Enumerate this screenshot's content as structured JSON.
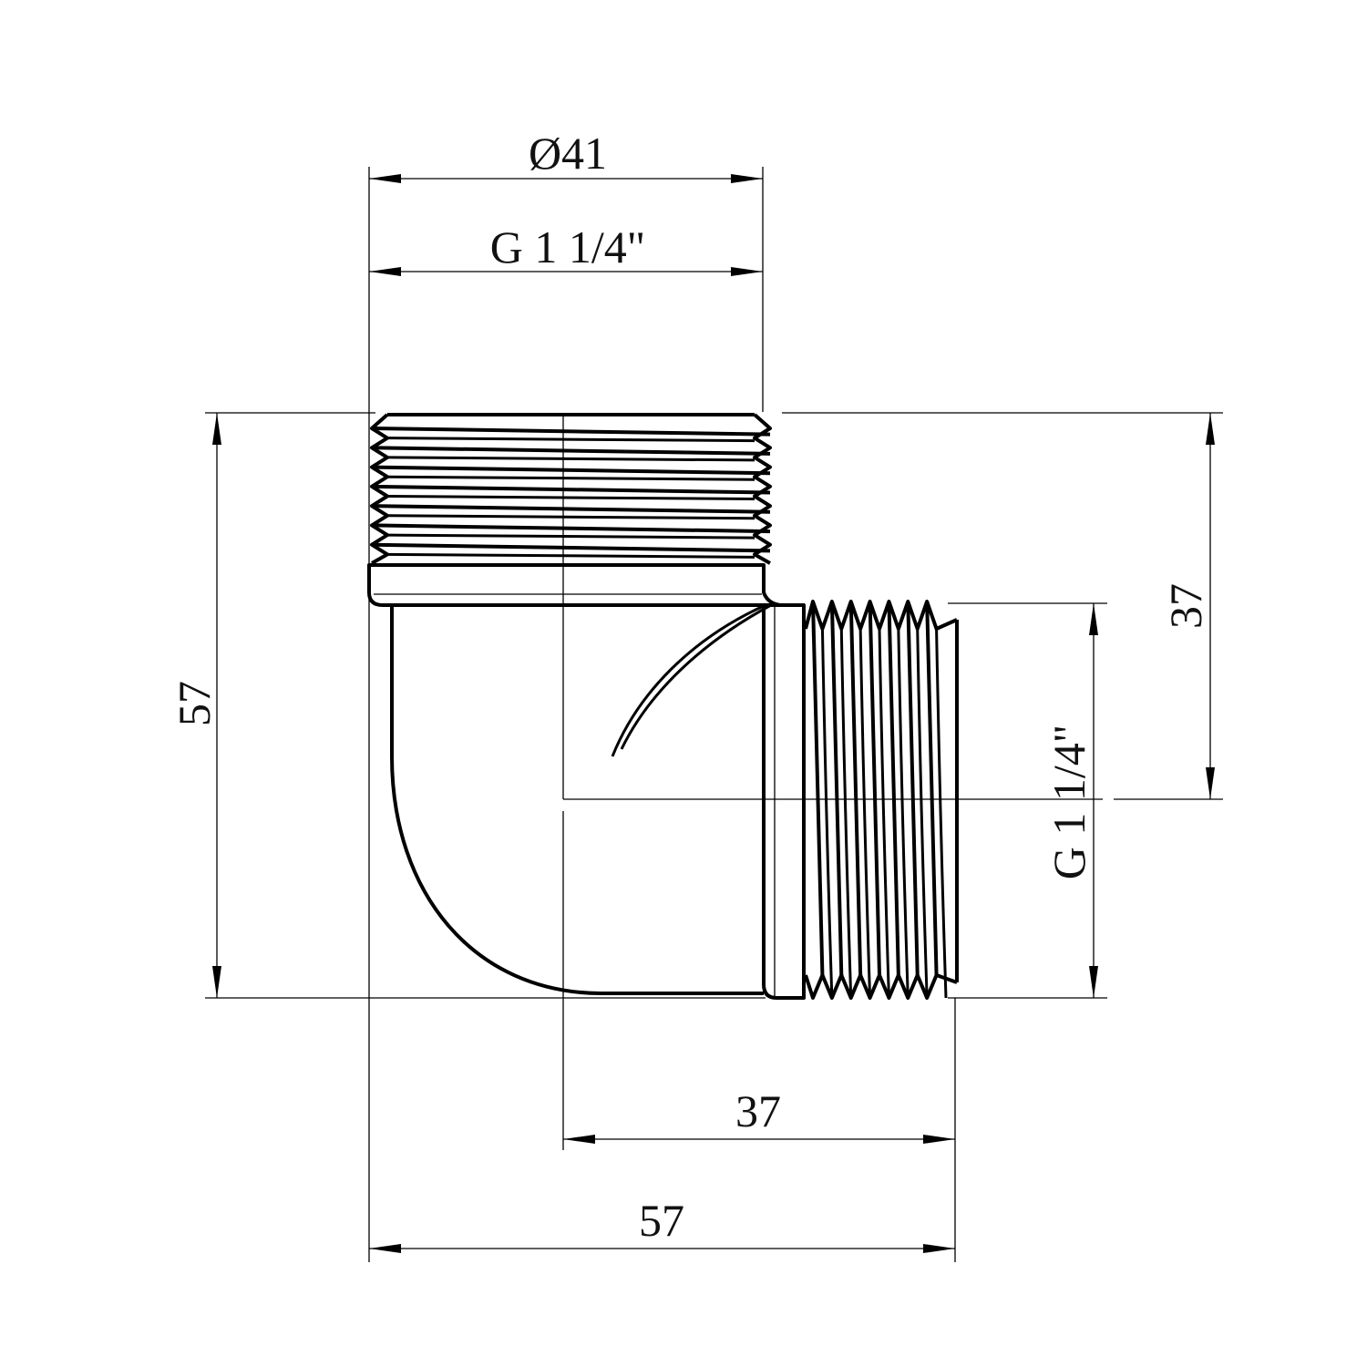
{
  "drawing": {
    "title": "90-degree elbow, male thread both ends",
    "line_color": "#000000",
    "background": "#ffffff"
  },
  "dimensions": {
    "top_diameter": "Ø41",
    "top_thread": "G 1 1/4\"",
    "left_height": "57",
    "right_height": "37",
    "right_thread": "G 1 1/4\"",
    "bottom_center_length": "37",
    "bottom_total_length": "57"
  }
}
